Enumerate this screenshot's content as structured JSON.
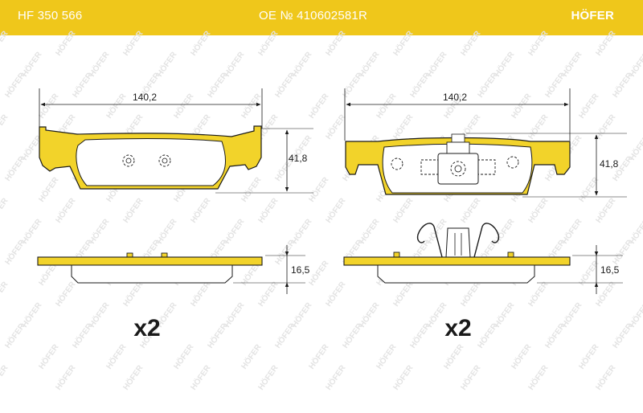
{
  "header": {
    "part_number": "HF 350 566",
    "oe_number": "OE № 410602581R",
    "brand": "HÖFER"
  },
  "watermark_text": "HÖFER",
  "colors": {
    "header_bg": "#efc71b",
    "pad_fill": "#f2d32a",
    "line": "#1a1a1a",
    "watermark": "#e3e3e3"
  },
  "left_pad": {
    "width_label": "140,2",
    "height_label": "41,8",
    "thickness_label": "16,5",
    "quantity": "x2"
  },
  "right_pad": {
    "width_label": "140,2",
    "height_label": "41,8",
    "thickness_label": "16,5",
    "quantity": "x2"
  }
}
